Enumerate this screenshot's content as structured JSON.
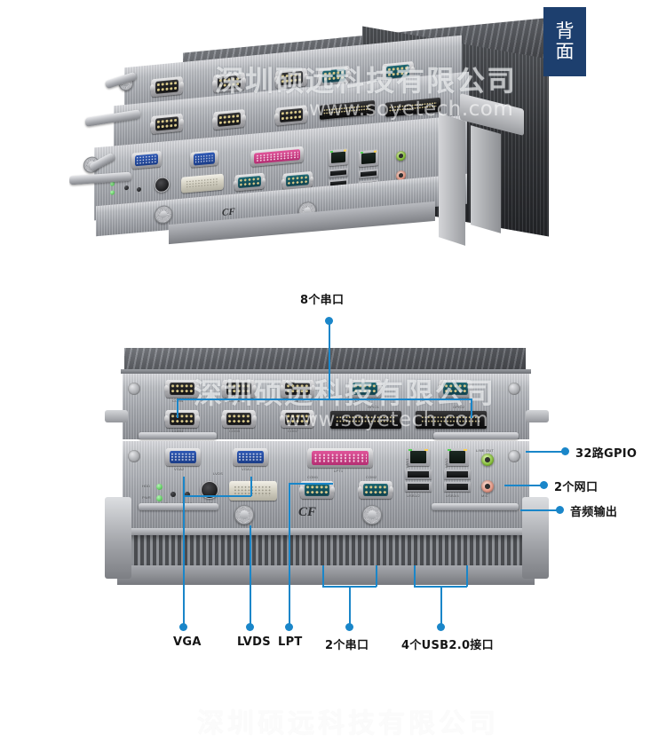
{
  "badge": {
    "line1": "背",
    "line2": "面",
    "color": "#1d3f6e"
  },
  "accent_color": "#1a86c9",
  "annotations": {
    "top_label": "8个串口",
    "right_labels": [
      "32路GPIO",
      "2个网口",
      "音频输出"
    ],
    "bottom_labels": [
      "VGA",
      "LVDS",
      "LPT",
      "2个串口",
      "4个USB2.0接口"
    ]
  },
  "watermarks": {
    "company_cn": "深圳硕远科技有限公司",
    "website": "www.soyetech.com",
    "bottom_cn": "深圳硕远科技有限公司"
  },
  "panel_top": {
    "serial_row1": [
      "COM4",
      "COM6",
      "COM8",
      "COM2",
      "COM10"
    ],
    "serial_row2": [
      "COM3",
      "COM5",
      "COM7"
    ],
    "gpio": [
      "GPIO1",
      "GPIO2"
    ],
    "video": [
      "VGA2",
      "VGA1",
      "LVDS"
    ],
    "parallel": "LPT1",
    "serial_lower": [
      "COM1",
      "COM2"
    ],
    "lan": [
      "LAN1",
      "LAN2"
    ],
    "usb": [
      "USB1/2",
      "USB3/4"
    ],
    "audio": [
      "LINE OUT",
      "MIC"
    ],
    "indicators": [
      "HDD",
      "PWR"
    ],
    "buttons": [
      "Reset",
      "CMOS"
    ],
    "ps2": "MS/KB",
    "slot": "CF"
  }
}
